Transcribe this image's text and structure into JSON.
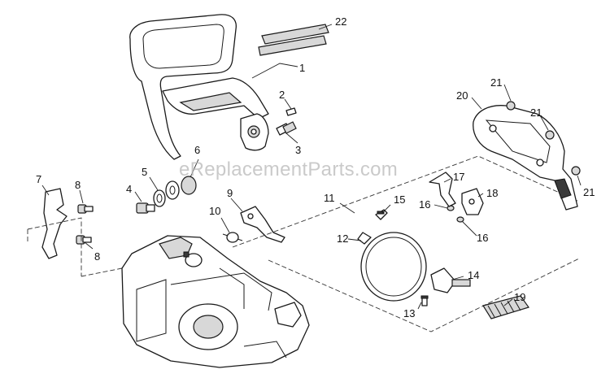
{
  "watermark": "eReplacementParts.com",
  "callouts": {
    "c1": "1",
    "c2": "2",
    "c3": "3",
    "c4": "4",
    "c5": "5",
    "c6": "6",
    "c7": "7",
    "c8a": "8",
    "c8b": "8",
    "c9": "9",
    "c10": "10",
    "c11": "11",
    "c12": "12",
    "c13": "13",
    "c14": "14",
    "c15": "15",
    "c16a": "16",
    "c16b": "16",
    "c17": "17",
    "c18": "18",
    "c19": "19",
    "c20": "20",
    "c21a": "21",
    "c21b": "21",
    "c21c": "21",
    "c22": "22"
  }
}
